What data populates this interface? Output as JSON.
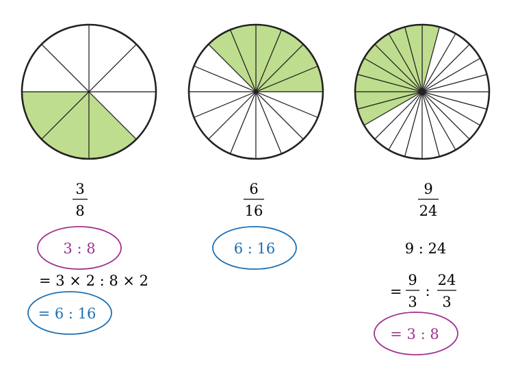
{
  "colors": {
    "shaded": "#bedd8e",
    "unshaded": "#ffffff",
    "stroke": "#222222",
    "purple": "#a1308f",
    "blue": "#1a6fb4"
  },
  "circles": [
    {
      "id": "eighths",
      "parts": 8,
      "shaded": 3,
      "start_angle_deg": 180
    },
    {
      "id": "sixteenths",
      "parts": 16,
      "shaded": 6,
      "start_angle_deg": 0
    },
    {
      "id": "twentyfourths",
      "parts": 24,
      "shaded": 9,
      "start_angle_deg": 75
    }
  ],
  "fractions": [
    {
      "numerator": "3",
      "denominator": "8"
    },
    {
      "numerator": "6",
      "denominator": "16"
    },
    {
      "numerator": "9",
      "denominator": "24"
    }
  ],
  "left_column": {
    "ratio_circled": "3 : 8",
    "step": "= 3 × 2 : 8 × 2",
    "result_circled": "= 6 : 16"
  },
  "middle_column": {
    "ratio_circled": "6 : 16"
  },
  "right_column": {
    "ratio": "9 : 24",
    "eq": "=",
    "frac1_num": "9",
    "frac1_den": "3",
    "colon": ":",
    "frac2_num": "24",
    "frac2_den": "3",
    "result_circled": "= 3 : 8"
  }
}
